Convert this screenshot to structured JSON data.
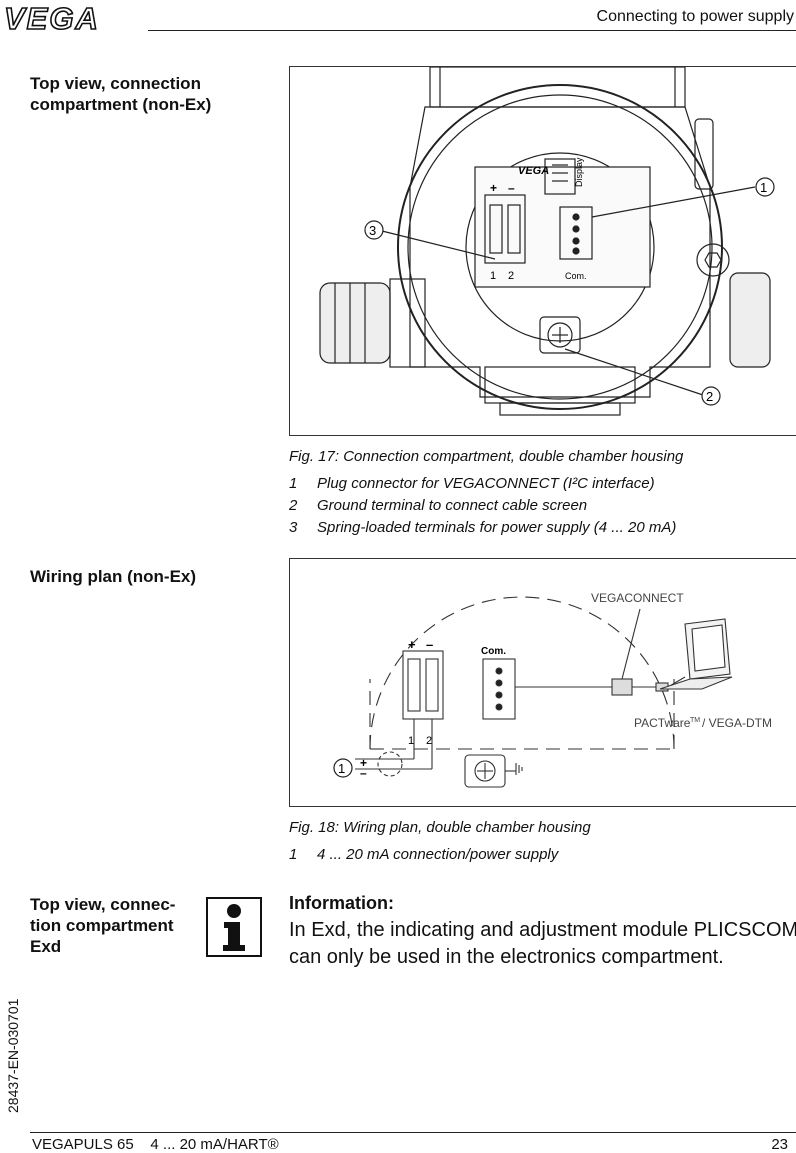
{
  "header": {
    "logo_text": "VEGA",
    "title": "Connecting to power supply"
  },
  "section1": {
    "heading_line1": "Top view, connection",
    "heading_line2": "compartment (non-Ex)",
    "figure": {
      "labels": {
        "brand": "VEGA",
        "display": "Display",
        "com": "Com.",
        "terminal1": "1",
        "terminal2": "2",
        "plus": "+",
        "minus": "–",
        "callout1": "1",
        "callout2": "2",
        "callout3": "3"
      }
    },
    "caption": "Fig. 17: Connection compartment, double chamber housing",
    "legend": [
      {
        "num": "1",
        "text": "Plug connector for VEGACONNECT (I²C interface)"
      },
      {
        "num": "2",
        "text": "Ground terminal to connect cable screen"
      },
      {
        "num": "3",
        "text": "Spring-loaded terminals for power supply (4 ... 20 mA)"
      }
    ]
  },
  "section2": {
    "heading": "Wiring plan (non-Ex)",
    "figure": {
      "labels": {
        "vegaconnect": "VEGACONNECT",
        "com": "Com.",
        "pactware": "PACTware",
        "tm": "TM",
        "dtm": "/ VEGA-DTM",
        "terminal1": "1",
        "terminal2": "2",
        "plus": "+",
        "minus": "–",
        "callout1": "1"
      }
    },
    "caption": "Fig. 18: Wiring plan, double chamber housing",
    "legend": [
      {
        "num": "1",
        "text": "4 ... 20 mA connection/power supply"
      }
    ]
  },
  "section3": {
    "heading_line1": "Top view, connec-",
    "heading_line2": "tion compartment",
    "heading_line3": "Exd",
    "info_title": "Information:",
    "info_body": "In Exd, the indicating and adjustment module PLICSCOM can only be used in the electronics compartment."
  },
  "side_doc_number": "28437-EN-030701",
  "footer": {
    "left": "VEGAPULS 65    4 ... 20 mA/HART®",
    "page": "23"
  }
}
